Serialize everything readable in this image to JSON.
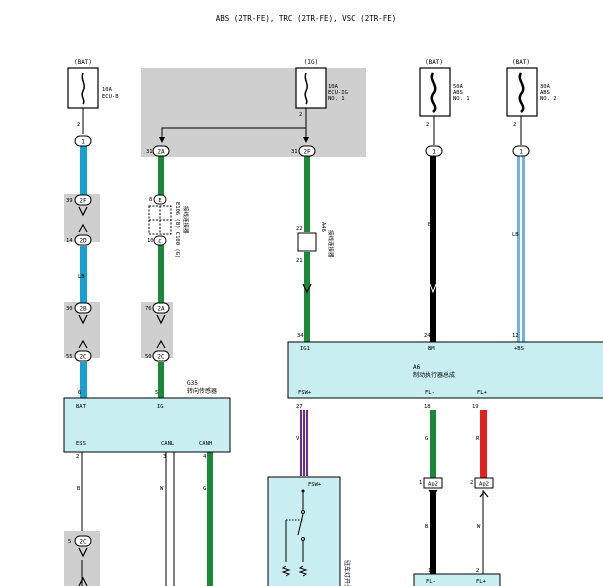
{
  "title": "ABS (2TR-FE), TRC (2TR-FE), VSC (2TR-FE)",
  "colors": {
    "blue": "#1a9fd0",
    "green": "#1a8a3a",
    "black": "#000000",
    "red": "#e2211c",
    "purple": "#6a2c91",
    "lightblue": "#6fb3e0",
    "box": "#c8eef2",
    "gray": "#cfcfcf"
  },
  "fuses": [
    {
      "id": "f1",
      "source": "(BAT)",
      "rating": "10A",
      "name": "ECU-B",
      "name2": "",
      "pin": "2",
      "conn": "1"
    },
    {
      "id": "f2",
      "source": "(IG)",
      "rating": "10A",
      "name": "ECU-IG",
      "name2": "NO. 1",
      "pin": "2",
      "conn": ""
    },
    {
      "id": "f3",
      "source": "(BAT)",
      "rating": "50A",
      "name": "ABS",
      "name2": "NO. 1",
      "pin": "2",
      "conn": "1"
    },
    {
      "id": "f4",
      "source": "(BAT)",
      "rating": "30A",
      "name": "ABS",
      "name2": "NO. 2",
      "pin": "2",
      "conn": "1"
    }
  ],
  "junctions": {
    "a1": {
      "pin": "31",
      "conn": "2A"
    },
    "a2": {
      "pin": "31",
      "conn": "2F"
    },
    "b1": {
      "pin": "39",
      "conn": "2F"
    },
    "b2": {
      "pin": "14",
      "conn": "2D"
    },
    "b3": {
      "pin": "30",
      "conn": "2B"
    },
    "b4": {
      "pin": "55",
      "conn": "2C"
    },
    "c1": {
      "pin": "8",
      "conn": "E"
    },
    "c2": {
      "pin": "10",
      "conn": "C"
    },
    "c3": {
      "pin": "76",
      "conn": "2A"
    },
    "c4": {
      "pin": "50",
      "conn": "2C"
    },
    "d1": {
      "pin": "22",
      "conn": ""
    },
    "d2": {
      "pin": "21",
      "conn": ""
    },
    "e1": {
      "pin": "5",
      "conn": "2C"
    }
  },
  "connectors": {
    "c_left": {
      "label1": "E106 (B) C100 (G)",
      "label2": "接线连接器"
    },
    "c_mid": {
      "label1": "A46",
      "label2": "接线连接器"
    }
  },
  "sensor": {
    "code": "G35",
    "name": "转向传感器",
    "pins_top": [
      {
        "num": "6",
        "label": "BAT"
      },
      {
        "num": "5",
        "label": "IG"
      }
    ],
    "pins_bottom": [
      {
        "num": "2",
        "label": "ESS"
      },
      {
        "num": "3",
        "label": "CANL"
      },
      {
        "num": "4",
        "label": "CANH"
      }
    ]
  },
  "actuator": {
    "code": "A6",
    "name": "制动执行器总成",
    "pins_top": [
      {
        "num": "34",
        "label": "IG1"
      },
      {
        "num": "24",
        "label": "BM"
      },
      {
        "num": "12",
        "label": "+BS"
      }
    ],
    "pins_bottom": [
      {
        "num": "27",
        "label": "FSW+"
      },
      {
        "num": "18",
        "label": "FL-"
      },
      {
        "num": "19",
        "label": "FL+"
      }
    ]
  },
  "switch": {
    "label": "FSW+",
    "name": "驻车灯开关"
  },
  "lower_box": {
    "labels": [
      "FL-",
      "FL+"
    ]
  },
  "ap_conns": [
    {
      "pin": "1",
      "conn": "Ap2"
    },
    {
      "pin": "2",
      "conn": "Ap2"
    }
  ],
  "lower_pins": [
    "1",
    "2"
  ],
  "wire_labels": {
    "B": "B",
    "LB": "LB",
    "G": "G",
    "R": "R",
    "V": "V",
    "W": "W"
  }
}
